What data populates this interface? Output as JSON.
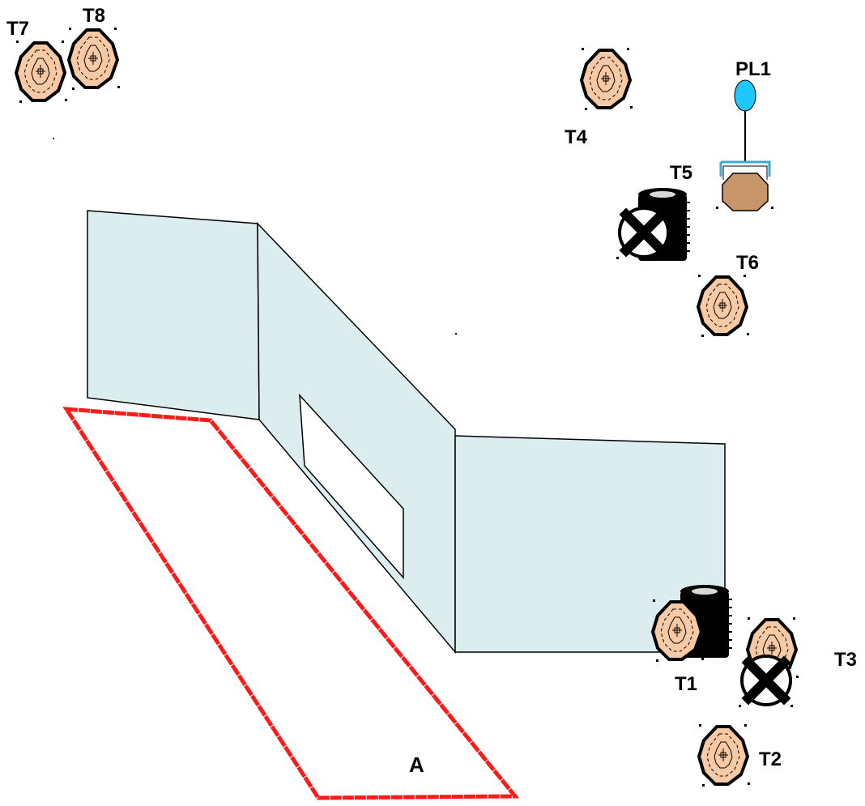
{
  "labels": {
    "t1": "T1",
    "t2": "T2",
    "t3": "T3",
    "t4": "T4",
    "t5": "T5",
    "t6": "T6",
    "t7": "T7",
    "t8": "T8",
    "pl1": "PL1",
    "area_a": "A"
  },
  "colors": {
    "wall_fill": "#dcedf0",
    "wall_stroke": "#000000",
    "zone_stroke": "#ff1a1a",
    "target_fill": "#f7c9a4",
    "target_stroke": "#000000",
    "barrel_fill": "#000000",
    "plate_fill": "#c8956a",
    "plate_frame": "#3fa7d6",
    "popper_head": "#1fc7ff"
  },
  "icons": {
    "paper_target": "paper-target-icon",
    "no_shoot": "no-shoot-x-icon",
    "barrel": "barrel-icon",
    "plate_rack": "plate-rack-icon"
  }
}
